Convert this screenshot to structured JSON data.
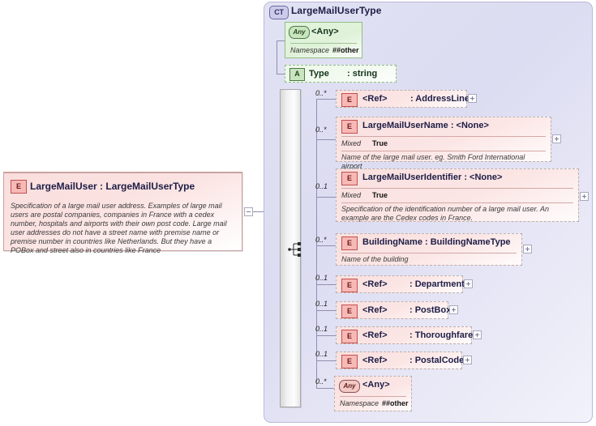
{
  "diagram": {
    "kind": "xsd-schema-diagram",
    "element_box": {
      "badge": "E",
      "title": "LargeMailUser : LargeMailUserType",
      "documentation": "Specification of a large mail user address. Examples of large mail users are postal companies, companies in France with a cedex number, hospitals and airports with their own post code. Large mail user addresses do not have a street name with premise name or premise number in countries like Netherlands. But they have a POBox and street also in countries like France"
    },
    "type_panel": {
      "badge": "CT",
      "title": "LargeMailUserType",
      "attributes": [
        {
          "badge": "Any",
          "name": "<Any>",
          "prop_key": "Namespace",
          "prop_value": "##other"
        },
        {
          "badge": "A",
          "name": "Type",
          "type": ": string"
        }
      ],
      "particles": [
        {
          "occurrence": "0..*",
          "badge": "E",
          "name": "<Ref>",
          "type": ": AddressLine",
          "expand": "+"
        },
        {
          "occurrence": "0..*",
          "badge": "E",
          "name": "LargeMailUserName : <None>",
          "prop_key": "Mixed",
          "prop_value": "True",
          "documentation": "Name of the large mail user. eg. Smith Ford International airport",
          "expand": "+"
        },
        {
          "occurrence": "0..1",
          "badge": "E",
          "name": "LargeMailUserIdentifier : <None>",
          "prop_key": "Mixed",
          "prop_value": "True",
          "documentation": "Specification of the identification number of a large mail user. An example are the Cedex codes in France.",
          "expand": "+"
        },
        {
          "occurrence": "0..*",
          "badge": "E",
          "name": "BuildingName : BuildingNameType",
          "documentation": "Name of the building",
          "expand": "+"
        },
        {
          "occurrence": "0..1",
          "badge": "E",
          "name": "<Ref>",
          "type": ": Department",
          "expand": "+"
        },
        {
          "occurrence": "0..1",
          "badge": "E",
          "name": "<Ref>",
          "type": ": PostBox",
          "expand": "+"
        },
        {
          "occurrence": "0..1",
          "badge": "E",
          "name": "<Ref>",
          "type": ": Thoroughfare",
          "expand": "+"
        },
        {
          "occurrence": "0..1",
          "badge": "E",
          "name": "<Ref>",
          "type": ": PostalCode",
          "expand": "+"
        },
        {
          "occurrence": "0..*",
          "badge": "Any",
          "name": "<Any>",
          "prop_key": "Namespace",
          "prop_value": "##other"
        }
      ]
    },
    "colors": {
      "panel_bg": "#dcdcf2",
      "element_pink": "#fadedd",
      "attribute_green": "#dff1d8",
      "element_badge_border": "#c2504d",
      "connector": "#8f8fb0"
    }
  }
}
